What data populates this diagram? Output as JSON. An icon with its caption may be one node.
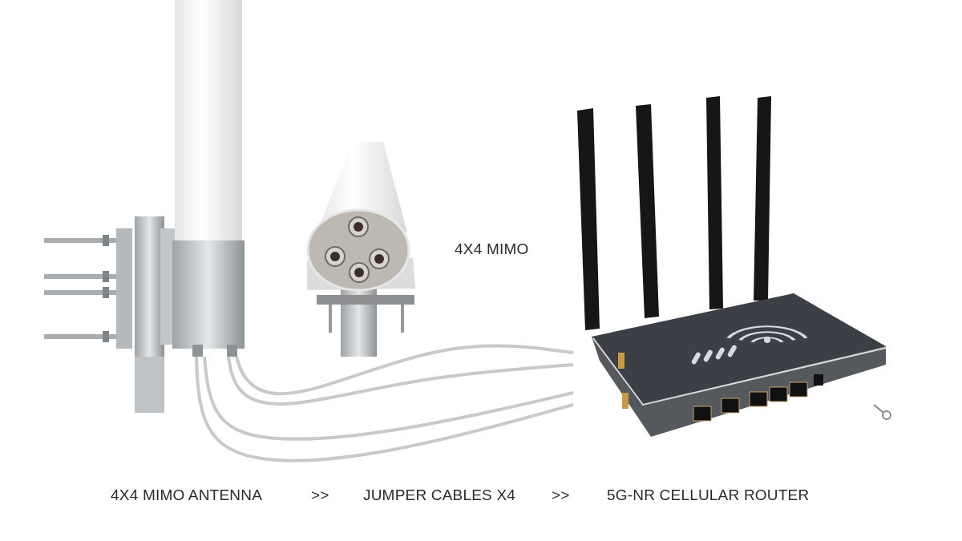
{
  "diagram": {
    "nodes": [
      {
        "text": [],
        "shape": "picture"
      },
      {
        "text": [],
        "shape": "picture"
      },
      {
        "text": [],
        "shape": "picture",
        "beside": [
          "4X4 MIMO"
        ]
      }
    ],
    "edges": [
      {
        "from": 0,
        "to": 1,
        "arrow": "none"
      },
      {
        "from": 0,
        "to": 1,
        "arrow": "none"
      },
      {
        "from": 0,
        "to": 1,
        "arrow": "none"
      },
      {
        "from": 0,
        "to": 1,
        "arrow": "none"
      }
    ],
    "labels": [
      "4X4 MIMO ANTENNA",
      ">>",
      "JUMPER CABLES X4",
      ">>",
      "5G-NR CELLULAR ROUTER"
    ]
  }
}
